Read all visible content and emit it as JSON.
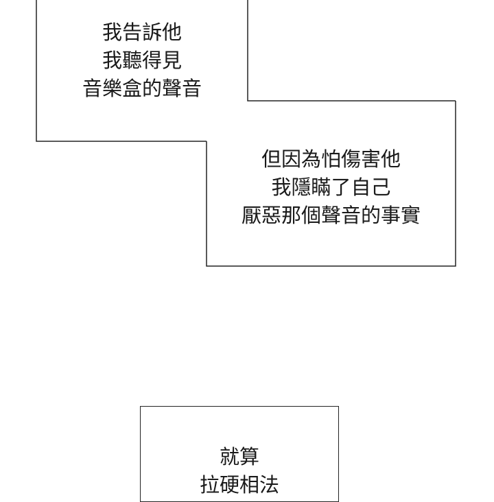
{
  "panel_top_left": {
    "lines": [
      "我告訴他",
      "我聽得見",
      "音樂盒的聲音"
    ]
  },
  "panel_middle_right": {
    "lines": [
      "但因為怕傷害他",
      "我隱瞞了自己",
      "厭惡那個聲音的事實"
    ]
  },
  "panel_bottom": {
    "lines": [
      "就算",
      "拉硬相法"
    ]
  }
}
